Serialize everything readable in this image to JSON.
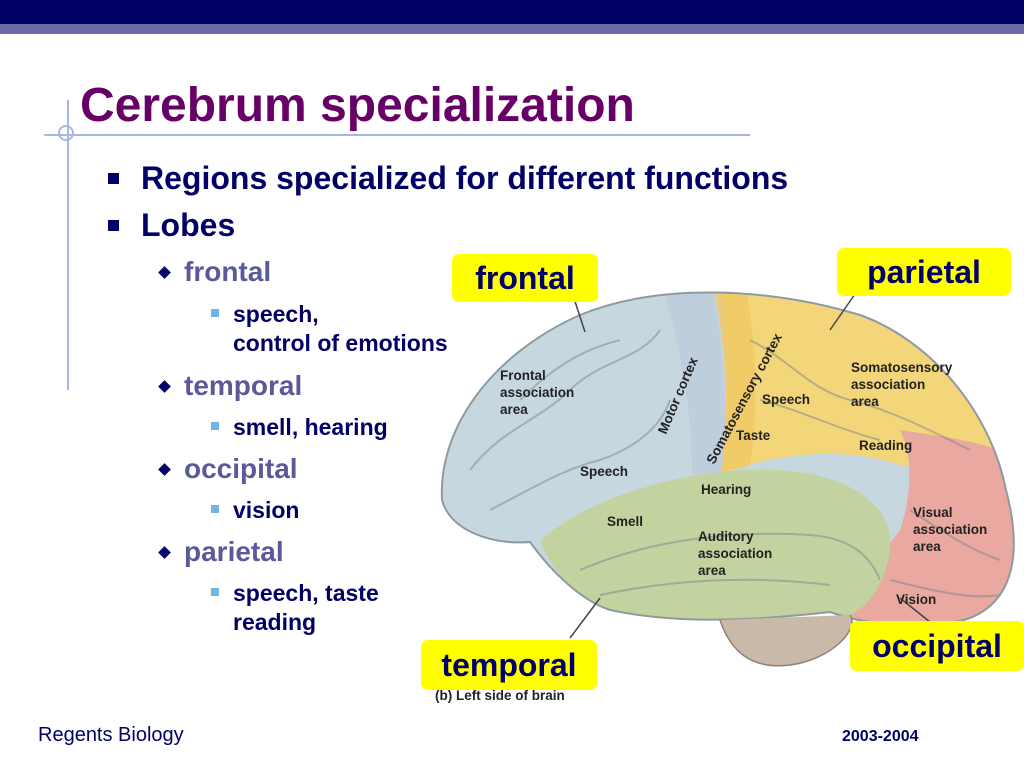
{
  "slide": {
    "title": "Cerebrum specialization",
    "bullets": [
      "Regions specialized for different functions",
      "Lobes"
    ],
    "lobes": [
      {
        "name": "frontal",
        "details": [
          "speech,",
          "control of emotions"
        ]
      },
      {
        "name": "temporal",
        "details": [
          "smell, hearing"
        ]
      },
      {
        "name": "occipital",
        "details": [
          "vision"
        ]
      },
      {
        "name": "parietal",
        "details": [
          "speech, taste",
          "reading"
        ]
      }
    ]
  },
  "figure": {
    "callouts": {
      "frontal": "frontal",
      "parietal": "parietal",
      "temporal": "temporal",
      "occipital": "occipital"
    },
    "labels": {
      "frontal_association": [
        "Frontal",
        "association",
        "area"
      ],
      "motor_cortex": "Motor cortex",
      "somatosensory_cortex": "Somatosensory cortex",
      "speech_parietal": "Speech",
      "taste": "Taste",
      "somatosensory_association": [
        "Somatosensory",
        "association",
        "area"
      ],
      "reading": "Reading",
      "speech_frontal": "Speech",
      "hearing": "Hearing",
      "smell": "Smell",
      "auditory_association": [
        "Auditory",
        "association",
        "area"
      ],
      "visual_association": [
        "Visual",
        "association",
        "area"
      ],
      "vision": "Vision"
    },
    "caption": "(b) Left side of brain",
    "colors": {
      "frontal": "#c7d7df",
      "temporal": "#c2d3a0",
      "parietal": "#f4d67a",
      "occipital": "#e9a8a0",
      "callout": "#ffff00"
    }
  },
  "footer": {
    "left": "Regents Biology",
    "right": "2003-2004"
  }
}
